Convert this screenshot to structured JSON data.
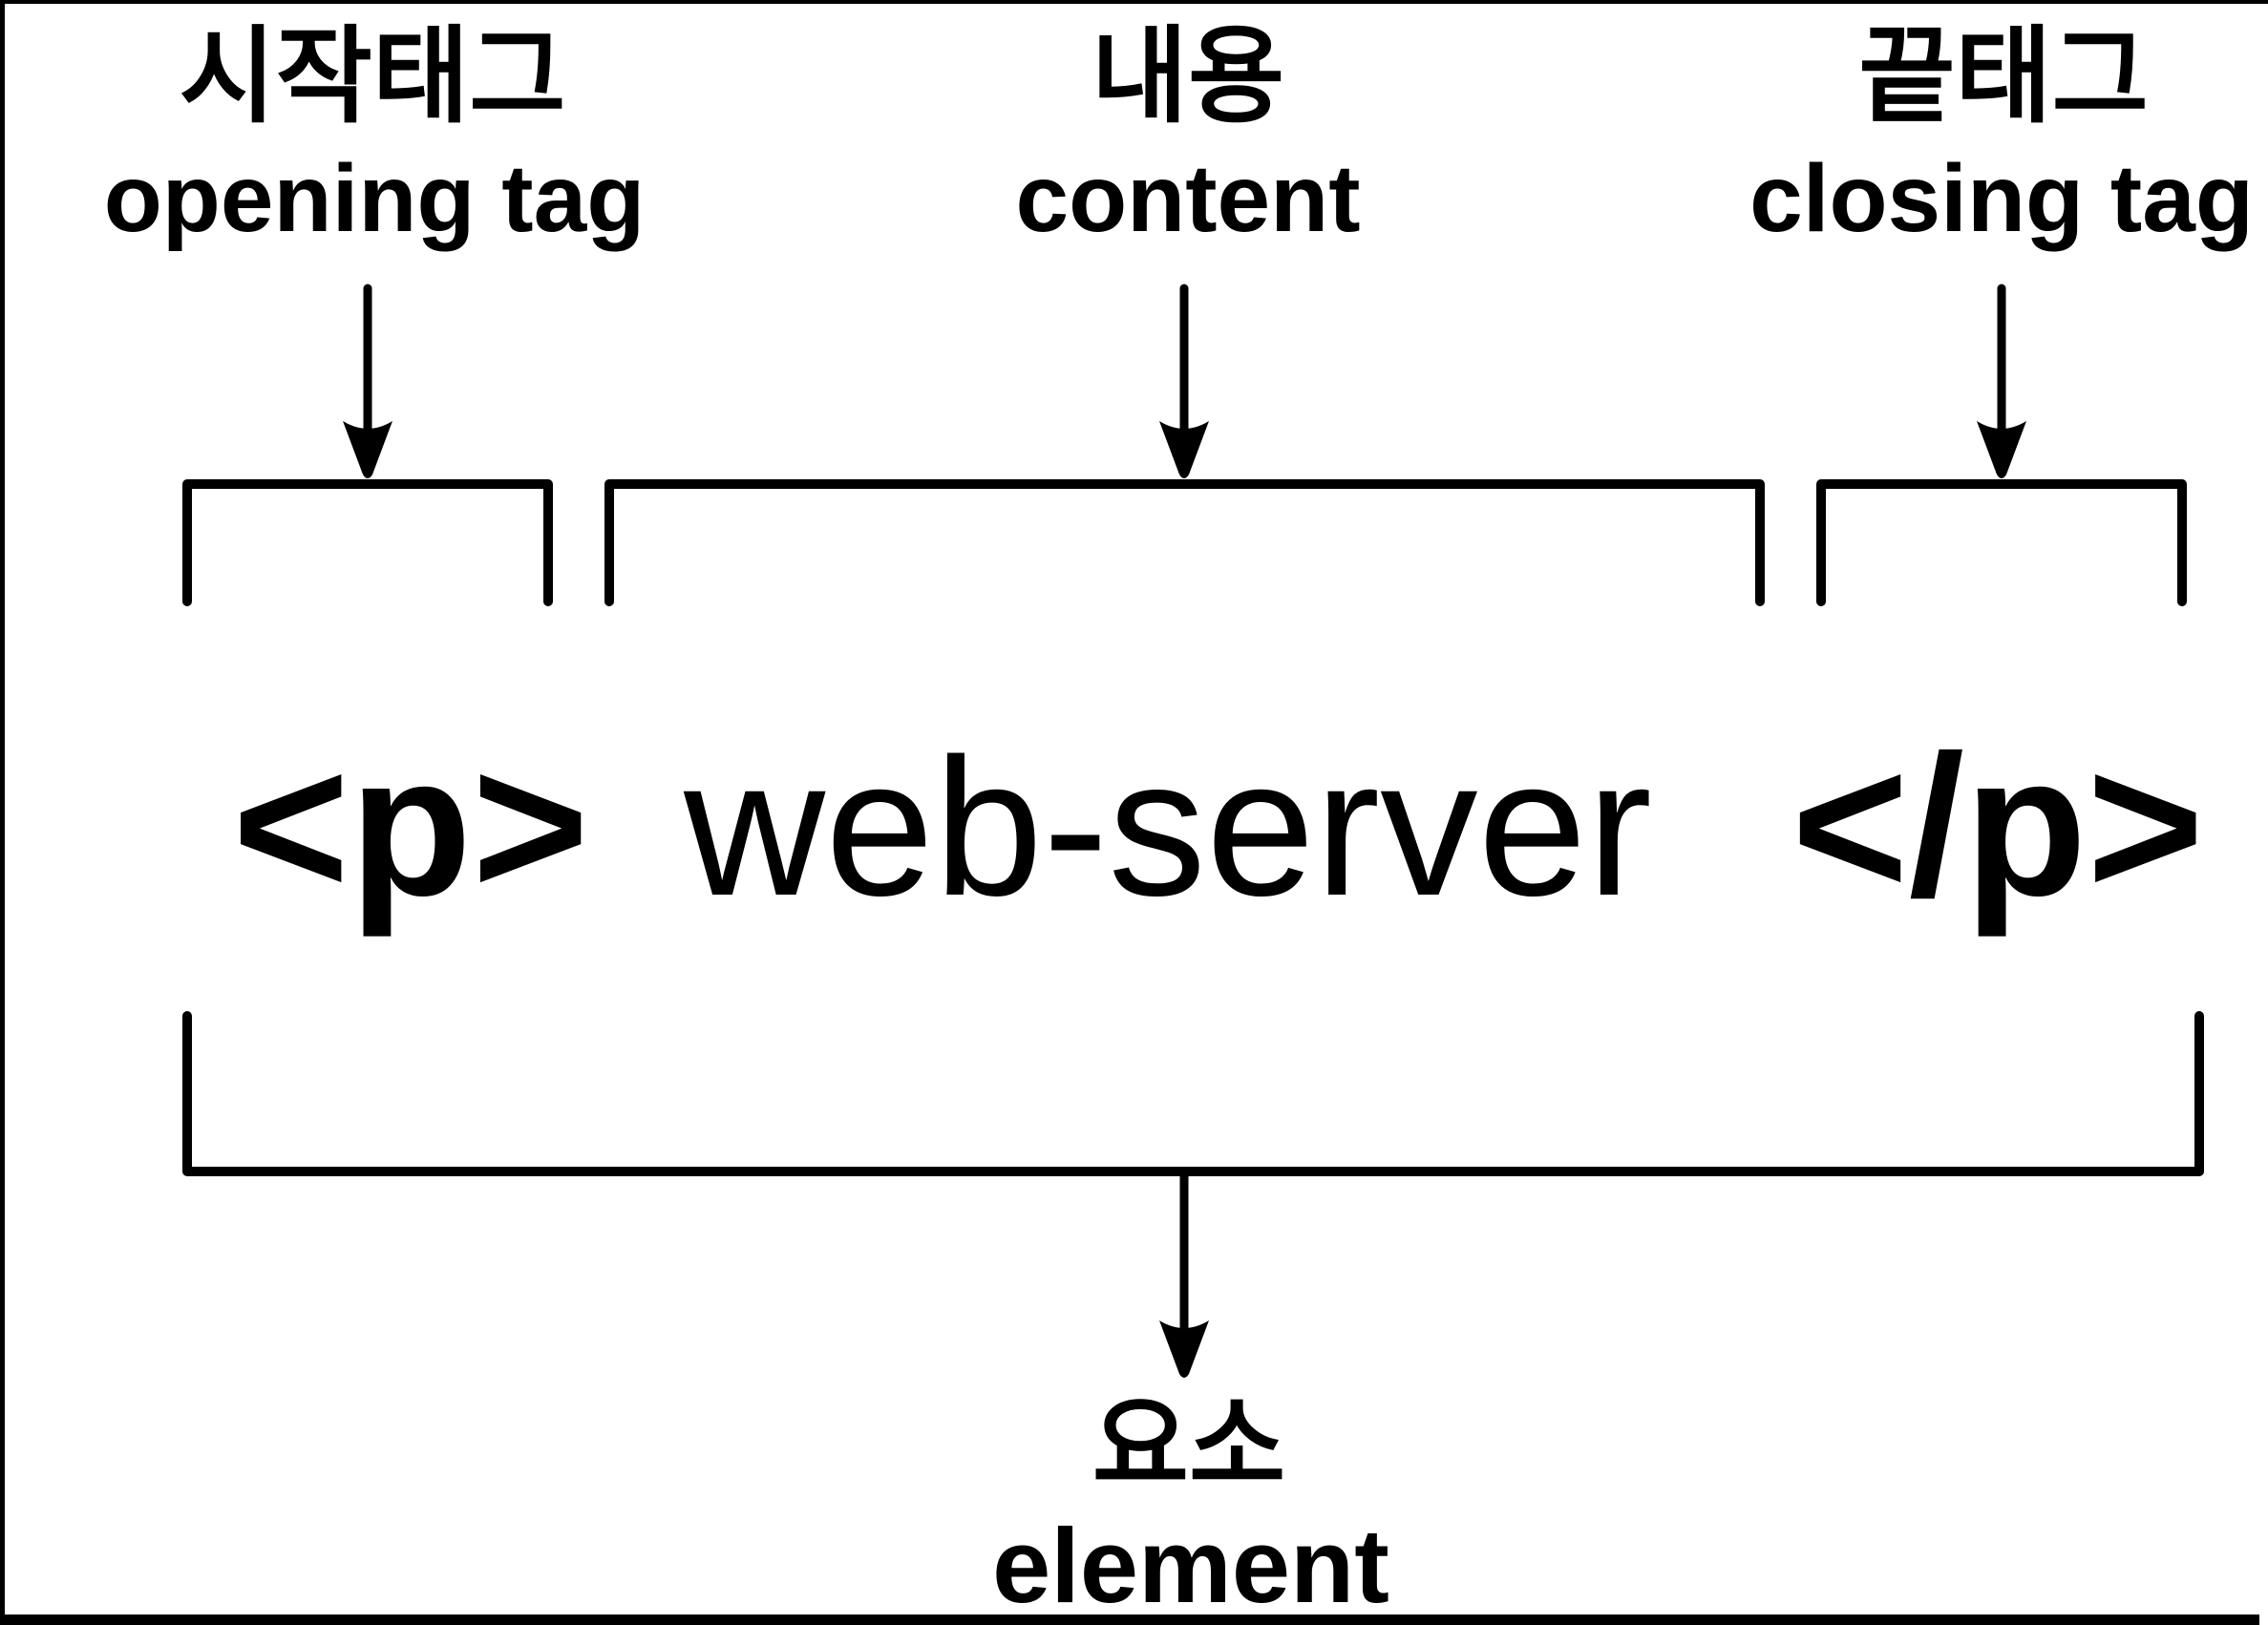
{
  "colors": {
    "ink": "#000000",
    "background": "#ffffff"
  },
  "columns": {
    "opening": {
      "ko": "시작태그",
      "en": "opening tag"
    },
    "content": {
      "ko": "내용",
      "en": "content"
    },
    "closing": {
      "ko": "끝태그",
      "en": "closing tag"
    }
  },
  "code": {
    "open_tag": "<p>",
    "text": "web-server",
    "close_tag": "</p>"
  },
  "result": {
    "ko": "요소",
    "en": "element"
  }
}
